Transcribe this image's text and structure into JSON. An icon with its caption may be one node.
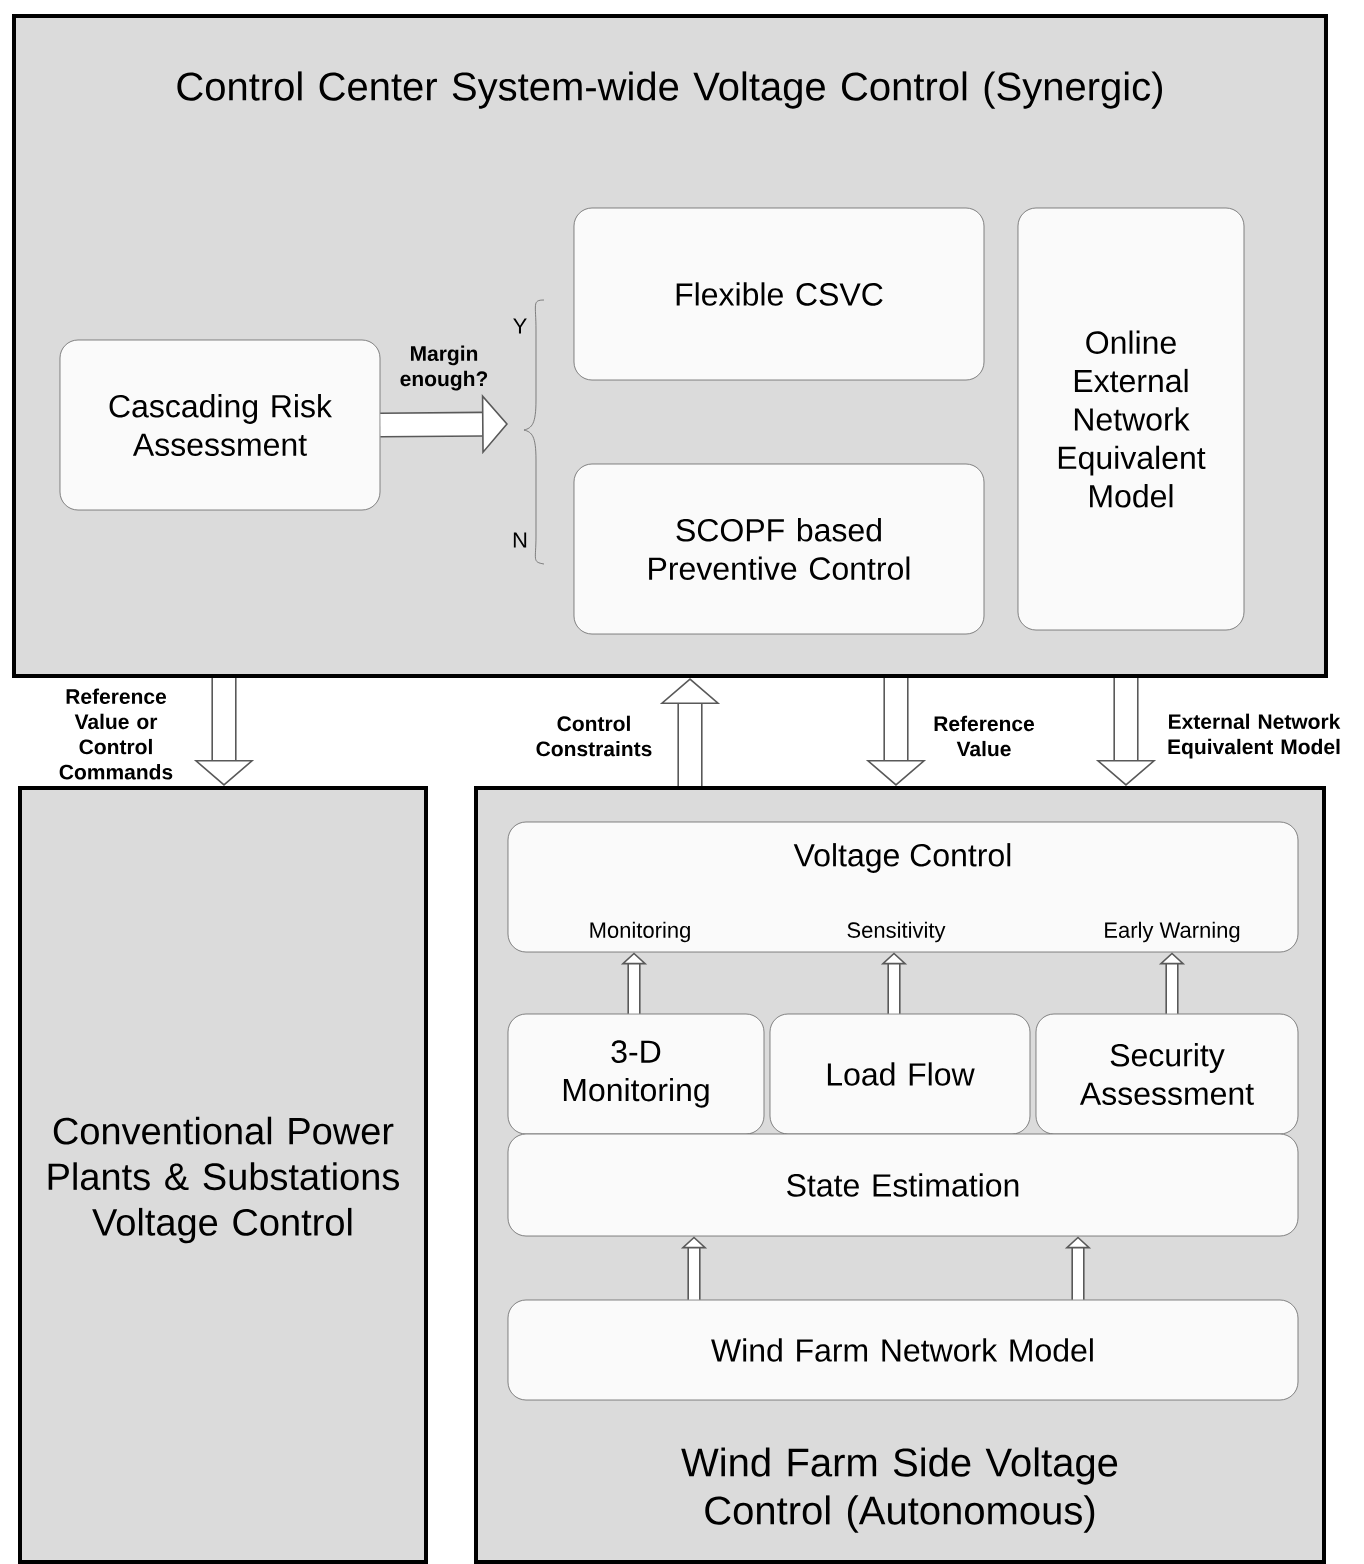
{
  "diagram": {
    "nodes": [
      {
        "text": [
          "Control Center System-wide Voltage Control (Synergic)"
        ]
      },
      {
        "text": [
          "Cascading Risk Assessment"
        ],
        "in": 0
      },
      {
        "text": [
          "Flexible CSVC"
        ],
        "in": 0
      },
      {
        "text": [
          "SCOPF based Preventive Control"
        ],
        "in": 0
      },
      {
        "text": [
          "Online External Network Equivalent Model"
        ],
        "in": 0
      },
      {
        "text": [
          "Conventional Power Plants & Substations Voltage Control"
        ]
      },
      {
        "text": [
          "Wind Farm Side Voltage Control (Autonomous)"
        ]
      },
      {
        "text": [
          "Voltage Control",
          "Monitoring",
          "Sensitivity",
          "Early Warning"
        ],
        "in": 6
      },
      {
        "text": [
          "3-D Monitoring"
        ],
        "in": 6
      },
      {
        "text": [
          "Load Flow"
        ],
        "in": 6
      },
      {
        "text": [
          "Security Assessment"
        ],
        "in": 6
      },
      {
        "text": [
          "State Estimation"
        ],
        "in": 6
      },
      {
        "text": [
          "Wind Farm Network Model"
        ],
        "in": 6
      }
    ],
    "edges": [
      {
        "from": 1,
        "to": null,
        "arrow": "to",
        "label": "Margin enough?",
        "style": "thick"
      },
      {
        "from": 0,
        "to": 5,
        "arrow": "to",
        "label": "Reference Value or Control Commands",
        "style": "thick"
      },
      {
        "from": 6,
        "to": 0,
        "arrow": "to",
        "label": "Control Constraints",
        "style": "thick"
      },
      {
        "from": 0,
        "to": 6,
        "arrow": "to",
        "label": "Reference Value",
        "style": "thick"
      },
      {
        "from": 0,
        "to": 6,
        "arrow": "to",
        "label": "External Network Equivalent Model",
        "style": "thick"
      },
      {
        "from": 8,
        "to": 7,
        "arrow": "to"
      },
      {
        "from": 9,
        "to": 7,
        "arrow": "to"
      },
      {
        "from": 10,
        "to": 7,
        "arrow": "to"
      },
      {
        "from": 12,
        "to": 11,
        "arrow": "to"
      },
      {
        "from": 12,
        "to": 11,
        "arrow": "to"
      }
    ],
    "labels": [
      "Y",
      "N"
    ]
  }
}
